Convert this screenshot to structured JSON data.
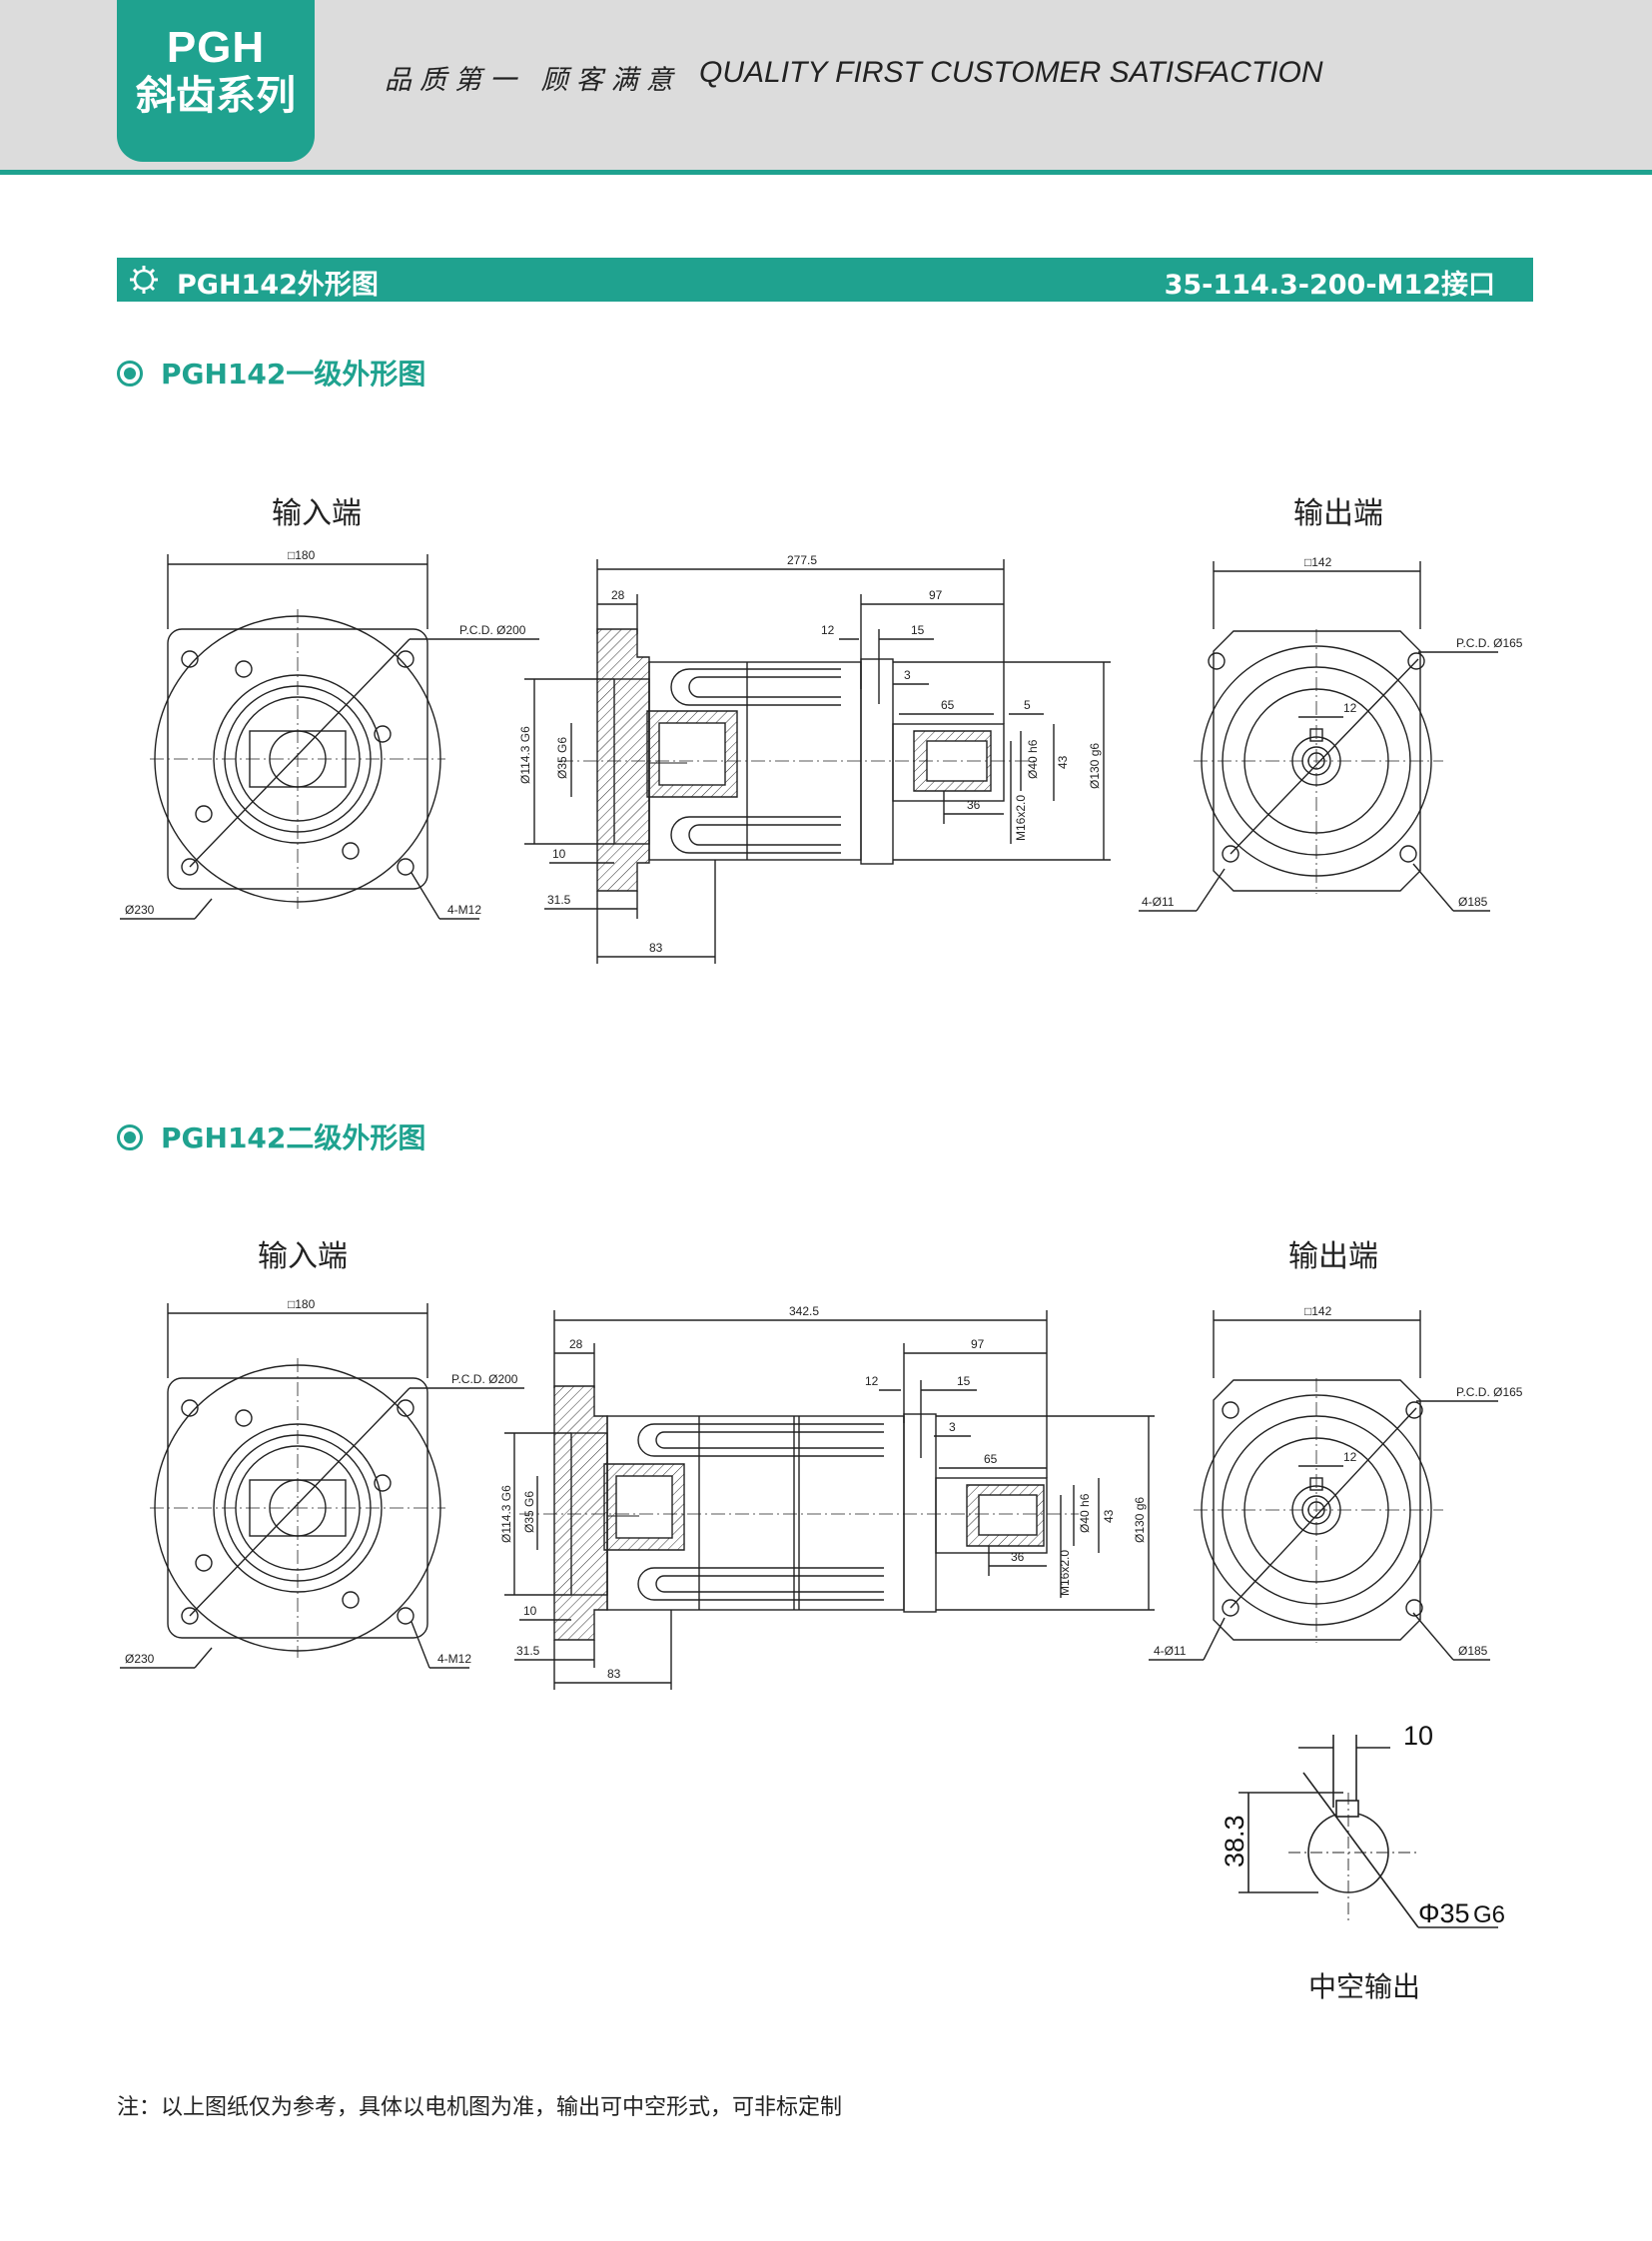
{
  "header": {
    "series_code": "PGH",
    "series_name": "斜齿系列",
    "slogan_cn": "品质第一 顾客满意",
    "slogan_en": "QUALITY FIRST  CUSTOMER SATISFACTION"
  },
  "section": {
    "title": "PGH142外形图",
    "interface": "35-114.3-200-M12接口"
  },
  "stage1": {
    "title": "PGH142一级外形图",
    "input_label": "输入端",
    "output_label": "输出端",
    "dims": {
      "in_square": "□180",
      "in_pcd": "P.C.D. Ø200",
      "in_dia": "Ø230",
      "in_holes": "4-M12",
      "total_len": "277.5",
      "flange": "28",
      "d97": "97",
      "d12": "12",
      "d15": "15",
      "d3": "3",
      "d65": "65",
      "d5": "5",
      "d36": "36",
      "d10": "10",
      "d315": "31.5",
      "d83": "83",
      "d1143": "Ø114.3 G6",
      "d35": "Ø35 G6",
      "d40": "Ø40 h6",
      "d43": "43",
      "d130": "Ø130 g6",
      "m16": "M16x2.0",
      "out_square": "□142",
      "out_pcd": "P.C.D. Ø165",
      "out_key": "12",
      "out_holes": "4-Ø11",
      "out_dia": "Ø185"
    }
  },
  "stage2": {
    "title": "PGH142二级外形图",
    "input_label": "输入端",
    "output_label": "输出端",
    "dims": {
      "in_square": "□180",
      "in_pcd": "P.C.D. Ø200",
      "in_dia": "Ø230",
      "in_holes": "4-M12",
      "total_len": "342.5",
      "flange": "28",
      "d97": "97",
      "d12": "12",
      "d15": "15",
      "d3": "3",
      "d65": "65",
      "d36": "36",
      "d10": "10",
      "d315": "31.5",
      "d83": "83",
      "d1143": "Ø114.3 G6",
      "d35": "Ø35 G6",
      "d40": "Ø40 h6",
      "d43": "43",
      "d130": "Ø130 g6",
      "m16": "M16x2.0",
      "out_square": "□142",
      "out_pcd": "P.C.D. Ø165",
      "out_key": "12",
      "out_holes": "4-Ø11",
      "out_dia": "Ø185"
    }
  },
  "hollow": {
    "label": "中空输出",
    "key_width": "10",
    "height": "38.3",
    "bore": "Φ35",
    "fit": "G6"
  },
  "note": "注：以上图纸仅为参考，具体以电机图为准，输出可中空形式，可非标定制"
}
